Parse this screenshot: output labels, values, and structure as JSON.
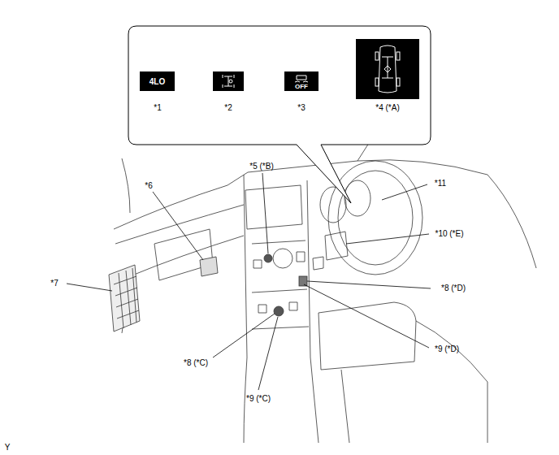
{
  "diagram": {
    "nodes": [
      {
        "text": [
          "4LO"
        ]
      },
      {
        "text": [
          "OFF"
        ]
      }
    ],
    "labels": [
      "*1",
      "*2",
      "*3",
      "*4 (*A)",
      "*5 (*B)",
      "*6",
      "*11",
      "*10 (*E)",
      "*7",
      "*8 (*D)",
      "*9 (*D)",
      "*8 (*C)",
      "*9 (*C)",
      "Y"
    ]
  }
}
